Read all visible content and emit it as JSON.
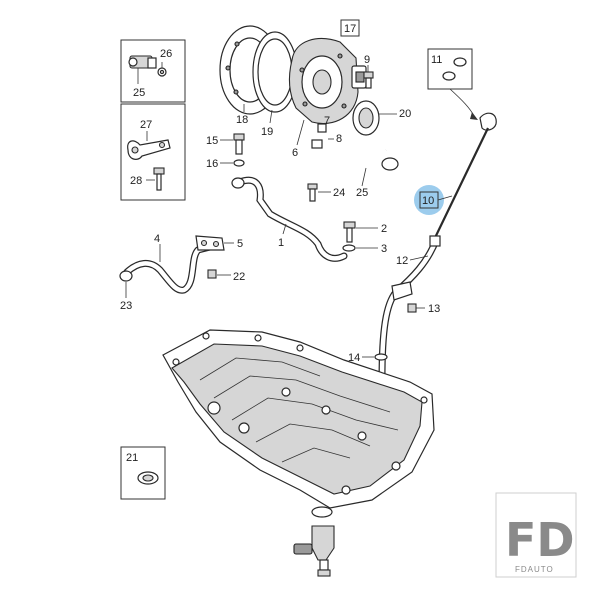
{
  "callouts": {
    "c1": "1",
    "c2": "2",
    "c3": "3",
    "c4": "4",
    "c5": "5",
    "c6": "6",
    "c7": "7",
    "c8": "8",
    "c9": "9",
    "c10": "10",
    "c11": "11",
    "c12": "12",
    "c13": "13",
    "c14": "14",
    "c15": "15",
    "c16": "16",
    "c17": "17",
    "c18": "18",
    "c19": "19",
    "c20": "20",
    "c21": "21",
    "c22": "22",
    "c23": "23",
    "c24": "24",
    "c25": "25",
    "c26": "26",
    "c27": "27",
    "c28": "28"
  },
  "highlight": {
    "color": "#4aa3df",
    "label": "10"
  },
  "logo": {
    "letters": "FD",
    "subtitle": "FDAUTO"
  }
}
